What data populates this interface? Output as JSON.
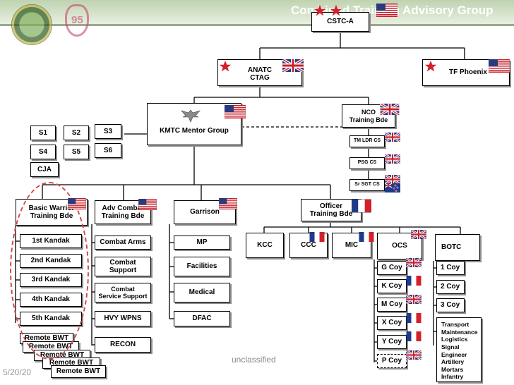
{
  "header": {
    "title": "Combined Training Advisory Group"
  },
  "footer": {
    "classification": "unclassified",
    "date": "5/20/20"
  },
  "nodes": {
    "cstc": "CSTC-A",
    "anatc": "ANATC\nCTAG",
    "tf_phoenix": "TF Phoenix",
    "kmtc": "KMTC Mentor Group",
    "nco": "NCO\nTraining Bde",
    "tm_ldr": "TM LDR CS",
    "psg": "PSG CS",
    "srsgt": "Sr SGT CS",
    "staff": [
      "S1",
      "S2",
      "S3",
      "S4",
      "S5",
      "S6",
      "CJA"
    ],
    "bwtb": "Basic Warrior\nTraining Bde",
    "bwtb_items": [
      "1st Kandak",
      "2nd Kandak",
      "3rd Kandak",
      "4th Kandak",
      "5th Kandak"
    ],
    "remote": [
      "Remote BWT",
      "Remote BWT",
      "Remote BWT",
      "Remote BWT",
      "Remote BWT"
    ],
    "act": "Adv Combat\nTraining Bde",
    "act_items": [
      "Combat Arms",
      "Combat\nSupport",
      "Combat\nService Support",
      "HVY WPNS",
      "RECON"
    ],
    "garrison": "Garrison",
    "garrison_items": [
      "MP",
      "Facilities",
      "Medical",
      "DFAC"
    ],
    "otb": "Officer\nTraining Bde",
    "otb_items": [
      "KCC",
      "CCC",
      "MIC",
      "OCS",
      "BOTC"
    ],
    "ocs_items": [
      "G Coy",
      "K Coy",
      "M Coy",
      "X Coy",
      "Y Coy",
      "P Coy"
    ],
    "botc_items": [
      "1 Coy",
      "2 Coy",
      "3 Coy"
    ],
    "botc_list": "Transport\nMaintenance\nLogistics\nSignal\nEngineer\nArtillery\nMortars\nInfantry"
  },
  "colors": {
    "header_bg": "#bfd3b0",
    "star": "#d4202a",
    "ellipse": "#d14a4a",
    "connector": "#000000"
  },
  "icons": [
    "us-flag-icon",
    "uk-flag-icon",
    "france-flag-icon",
    "nz-flag-icon",
    "star-icon",
    "eagle-insignia-icon"
  ]
}
